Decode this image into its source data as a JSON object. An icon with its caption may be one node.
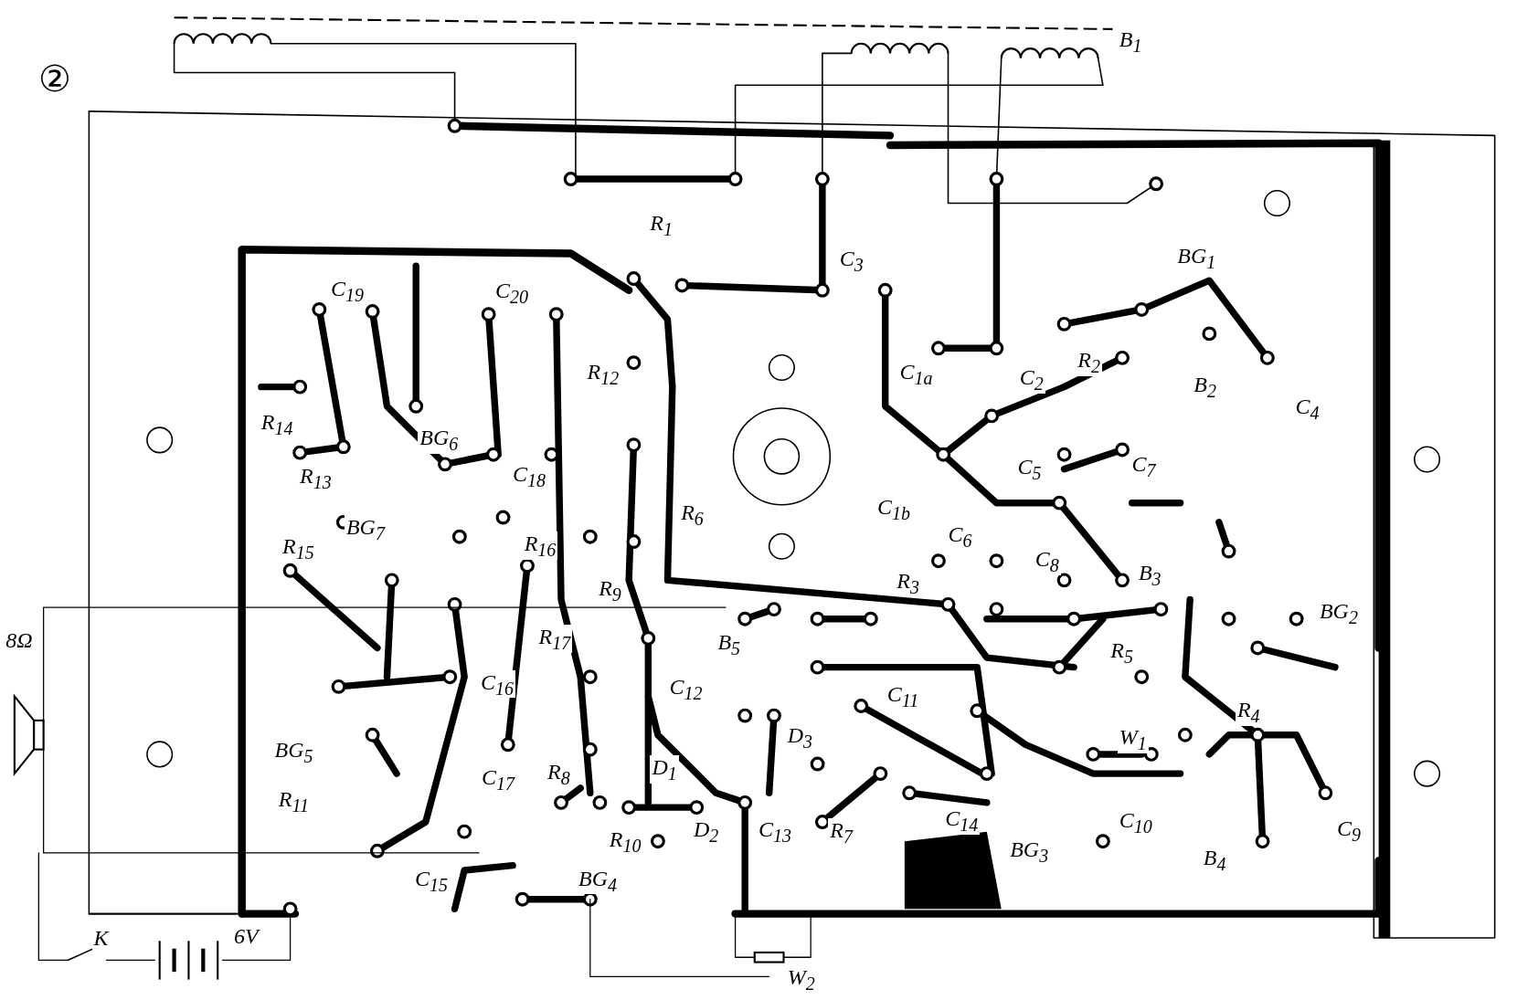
{
  "diagram": {
    "labels": [
      "②",
      "B$_{1}$",
      "R$_{1}$",
      "C$_{3}$",
      "BG$_{1}$",
      "C$_{19}$",
      "C$_{20}$",
      "R$_{12}$",
      "C$_{1a}$",
      "C$_{2}$",
      "R$_{2}$",
      "B$_{2}$",
      "C$_{4}$",
      "R$_{14}$",
      "BG$_{6}$",
      "C$_{18}$",
      "C$_{1b}$",
      "C$_{6}$",
      "C$_{5}$",
      "C$_{7}$",
      "R$_{13}$",
      "BG$_{7}$",
      "R$_{16}$",
      "R$_{6}$",
      "C$_{8}$",
      "R$_{15}$",
      "R$_{9}$",
      "R$_{3}$",
      "B$_{3}$",
      "8Ω",
      "R$_{17}$",
      "B$_{5}$",
      "BG$_{2}$",
      "C$_{16}$",
      "C$_{12}$",
      "C$_{11}$",
      "R$_{5}$",
      "BG$_{5}$",
      "D$_{3}$",
      "W$_{1}$",
      "R$_{4}$",
      "R$_{8}$",
      "D$_{1}$",
      "R$_{11}$",
      "C$_{17}$",
      "D$_{2}$",
      "C$_{13}$",
      "R$_{7}$",
      "C$_{14}$",
      "C$_{10}$",
      "C$_{9}$",
      "R$_{10}$",
      "BG$_{3}$",
      "B$_{4}$",
      "C$_{15}$",
      "BG$_{4}$",
      "K",
      "6V",
      "W$_{2}$"
    ]
  }
}
